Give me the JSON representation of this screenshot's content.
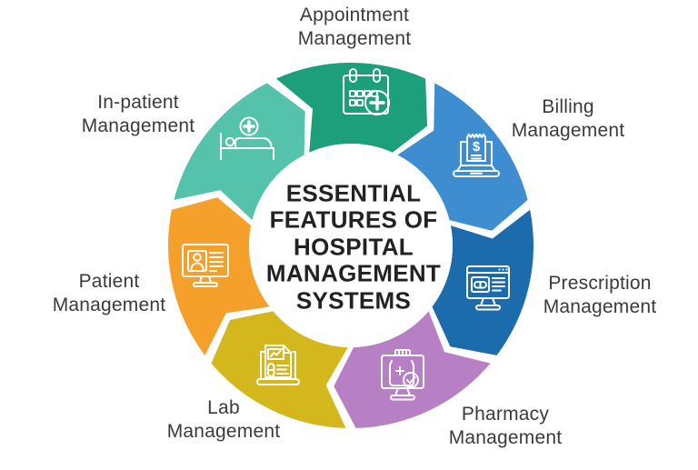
{
  "page": {
    "background": "#ffffff"
  },
  "center": {
    "title": "ESSENTIAL\nFEATURES OF\nHOSPITAL\nMANAGEMENT\nSYSTEMS",
    "text_color": "#222222",
    "circle_color": "#ffffff"
  },
  "wheel": {
    "direction": "clockwise",
    "label_color": "#3b3b3b",
    "segments": [
      {
        "id": "appointment",
        "label": "Appointment\nManagement",
        "icon": "calendar-plus-icon",
        "color": "#1d9f7b"
      },
      {
        "id": "billing",
        "label": "Billing\nManagement",
        "icon": "laptop-bill-icon",
        "color": "#3e8dd0",
        "icon_glyph": "$"
      },
      {
        "id": "prescription",
        "label": "Prescription\nManagement",
        "icon": "monitor-prescription-icon",
        "color": "#1c6cad"
      },
      {
        "id": "pharmacy",
        "label": "Pharmacy\nManagement",
        "icon": "monitor-medicine-check-icon",
        "color": "#b77fc4"
      },
      {
        "id": "lab",
        "label": "Lab\nManagement",
        "icon": "laptop-lab-report-icon",
        "color": "#d4b71d"
      },
      {
        "id": "patient",
        "label": "Patient\nManagement",
        "icon": "monitor-patient-record-icon",
        "color": "#f5a02b"
      },
      {
        "id": "inpatient",
        "label": "In-patient\nManagement",
        "icon": "hospital-bed-icon",
        "color": "#55c2ab"
      }
    ]
  }
}
